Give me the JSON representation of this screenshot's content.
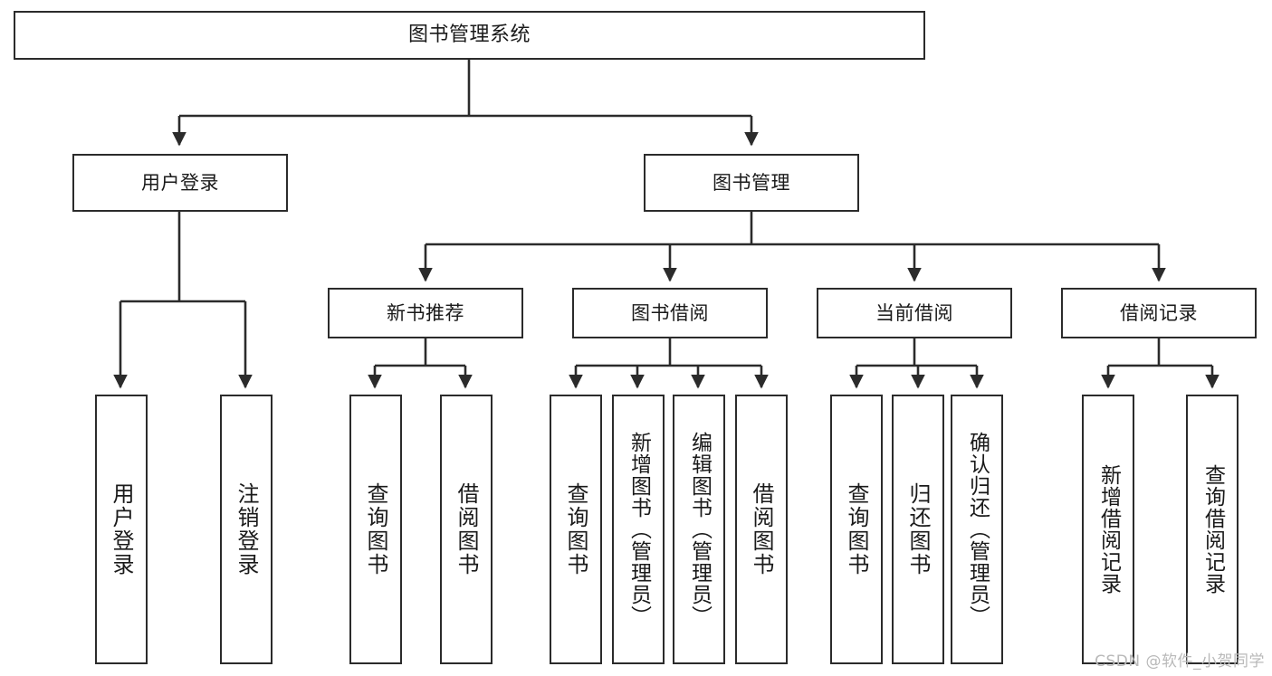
{
  "diagram": {
    "type": "tree",
    "title": "图书管理系统",
    "watermark": "CSDN @软件_小贺同学",
    "colors": {
      "box_border": "#2b2b2b",
      "box_fill": "#ffffff",
      "connector": "#2b2b2b",
      "text": "#1a1a1a",
      "watermark": "#b9b9b9"
    },
    "nodes": {
      "root": {
        "label": "图书管理系统"
      },
      "level1": [
        {
          "label": "用户登录"
        },
        {
          "label": "图书管理"
        }
      ],
      "level2": [
        {
          "label": "新书推荐"
        },
        {
          "label": "图书借阅"
        },
        {
          "label": "当前借阅"
        },
        {
          "label": "借阅记录"
        }
      ],
      "leaves": {
        "user_login": [
          {
            "label": "用户登录"
          },
          {
            "label": "注销登录"
          }
        ],
        "new_book": [
          {
            "label": "查询图书"
          },
          {
            "label": "借阅图书"
          }
        ],
        "book_borrow": [
          {
            "label": "查询图书"
          },
          {
            "label": "新增图书（管理员）"
          },
          {
            "label": "编辑图书（管理员）"
          },
          {
            "label": "借阅图书"
          }
        ],
        "current_borrow": [
          {
            "label": "查询图书"
          },
          {
            "label": "归还图书"
          },
          {
            "label": "确认归还（管理员）"
          }
        ],
        "borrow_record": [
          {
            "label": "新增借阅记录"
          },
          {
            "label": "查询借阅记录"
          }
        ]
      }
    }
  }
}
